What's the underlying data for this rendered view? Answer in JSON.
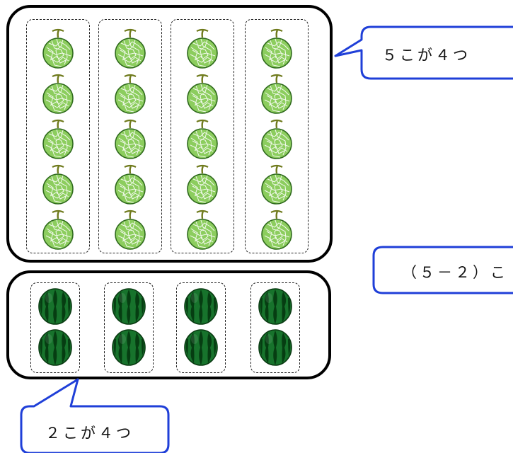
{
  "top_group": {
    "callout": "５こが４つ",
    "fruit_icon": "melon-icon",
    "columns": 4,
    "per_column": 5
  },
  "bottom_group": {
    "callout": "２こが４つ",
    "fruit_icon": "watermelon-icon",
    "columns": 4,
    "per_column": 2
  },
  "side_callout": "（５－２）こ",
  "colors": {
    "callout_border": "#1f3fd8",
    "melon_fill": "#8ccd5e",
    "melon_stroke": "#2f6a1d",
    "watermelon_fill": "#17732c",
    "watermelon_stripe": "#063d12"
  }
}
